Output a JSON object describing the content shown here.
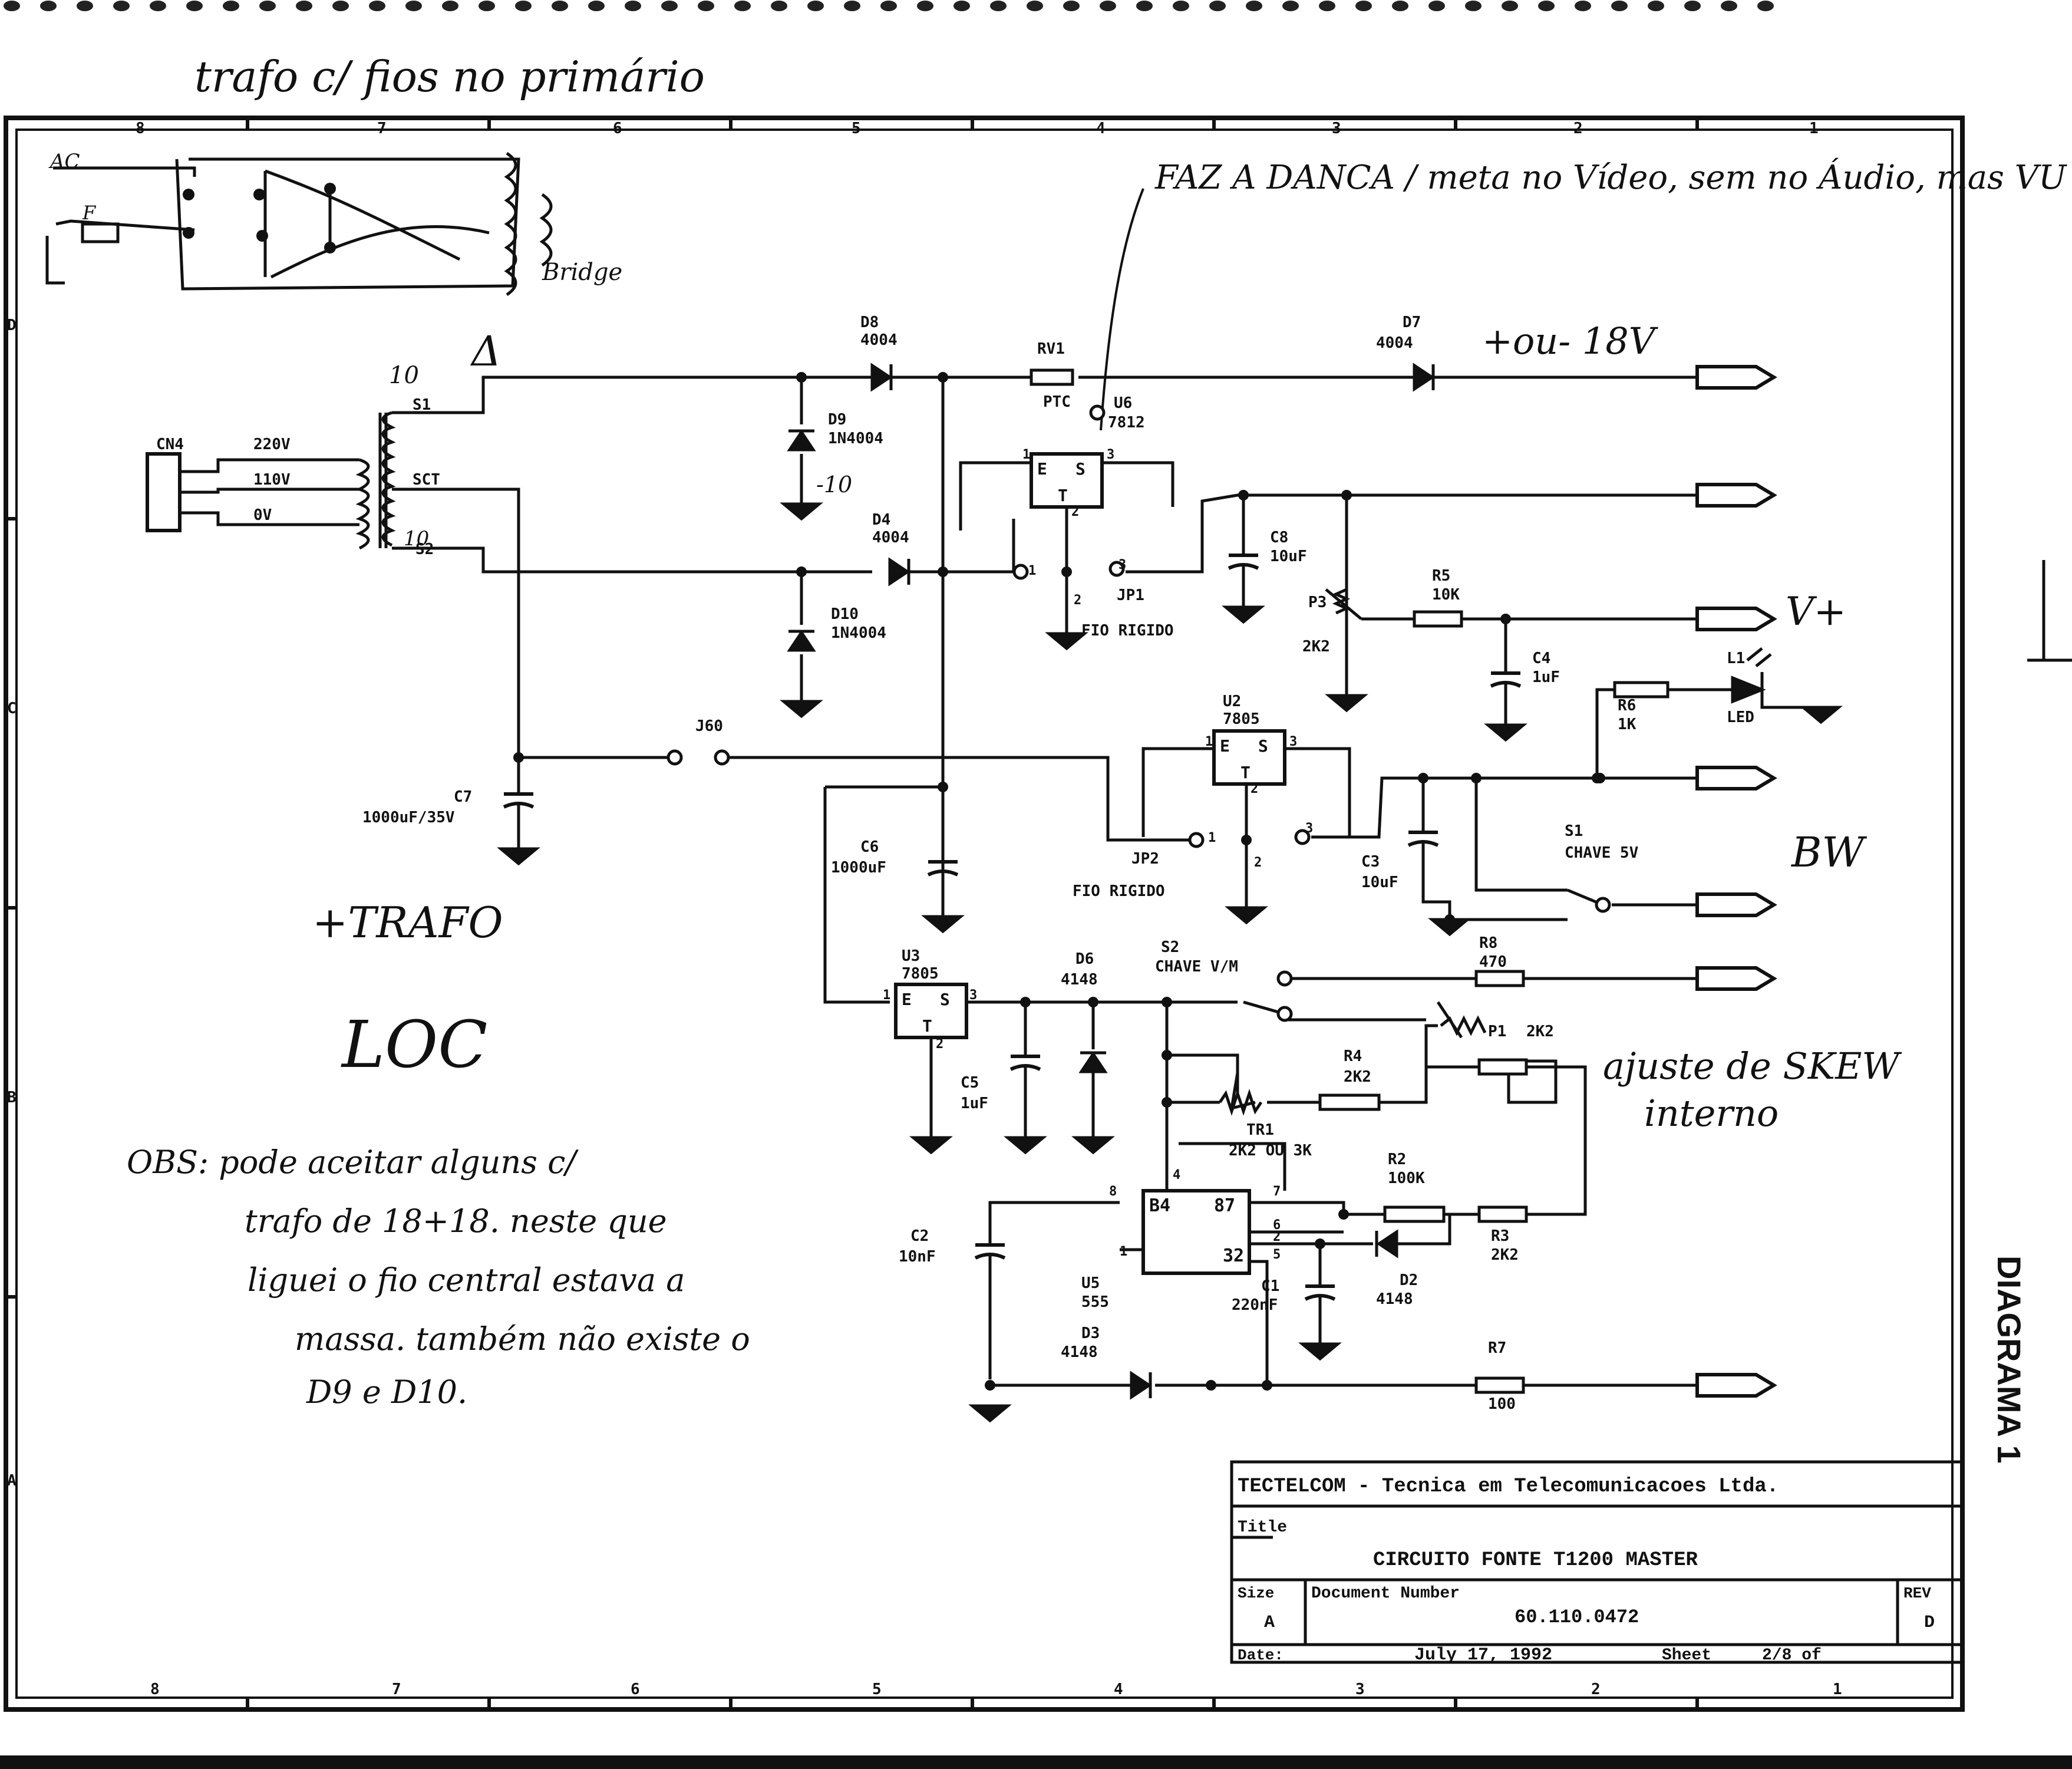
{
  "sheet": {
    "side_title": "DIAGRAMA 1",
    "border_top_numbers": [
      "8",
      "7",
      "6",
      "5",
      "4",
      "3",
      "2",
      "1"
    ],
    "border_bottom_numbers": [
      "8",
      "7",
      "6",
      "5",
      "4",
      "3",
      "2",
      "1"
    ],
    "border_left_letters": [
      "D",
      "C",
      "B",
      "A"
    ]
  },
  "annotations": {
    "top_note": "trafo c/ fios no primário",
    "fuse_note": "FAZ A DANCA / meta no Vídeo, sem no Áudio, mas VU normal. Como se fosse falta de filtro",
    "v18": "+ou- 18V",
    "vplus": "V+",
    "bw": "BW",
    "trafo": "+TRAFO",
    "loc": "LOC",
    "obs": [
      "OBS: pode aceitar alguns c/",
      "trafo de 18+18. neste que",
      "liguei o fio central estava a",
      "massa. também não existe o",
      "D9 e D10."
    ],
    "skew": [
      "ajuste de SKEW",
      "interno"
    ],
    "minus10": "-10",
    "t10": "10",
    "t10b": "10",
    "delta": "Δ",
    "ac": "AC",
    "fuse": "F",
    "bridge": "Bridge"
  },
  "components": {
    "cn": "CN4",
    "sec_220": "220V",
    "sec_110": "110V",
    "sec_0": "0V",
    "t_s1": "S1",
    "t_sct": "SCT",
    "t_s2": "S2",
    "d8": "D8",
    "d8v": "4004",
    "d9": "D9",
    "d9v": "1N4004",
    "d4": "D4",
    "d4v": "4004",
    "d10": "D10",
    "d10v": "1N4004",
    "rv": "RV1",
    "ptc": "PTC",
    "u6": "U6",
    "u6v": "7812",
    "d7": "D7",
    "d7v": "4004",
    "c8": "C8",
    "c8v": "10uF",
    "p3": "P3",
    "p3v": "2K2",
    "r5": "R5",
    "r5v": "10K",
    "c4": "C4",
    "c4v": "1uF",
    "r6": "R6",
    "r6v": "1K",
    "l1": "L1",
    "l1v": "LED",
    "jp1": "JP1",
    "jp1v": "FIO RIGIDO",
    "j60": "J60",
    "u2": "U2",
    "u2v": "7805",
    "c7": "C7",
    "c7v": "1000uF/35V",
    "c6": "C6",
    "c6v": "1000uF",
    "jp2": "JP2",
    "jp2v": "FIO RIGIDO",
    "c3": "C3",
    "c3v": "10uF",
    "s1": "S1",
    "s1v": "CHAVE 5V",
    "u3": "U3",
    "u3v": "7805",
    "d6": "D6",
    "d6v": "4148",
    "s2": "S2",
    "s2v": "CHAVE V/M",
    "r8": "R8",
    "r8v": "470",
    "p1": "P1",
    "p1v": "2K2",
    "c5": "C5",
    "c5v": "1uF",
    "r4": "R4",
    "r4v": "2K2",
    "tr1": "TR1",
    "tr1v": "2K2 OU 3K",
    "r2": "R2",
    "r2v": "100K",
    "c2": "C2",
    "c2v": "10nF",
    "u5": "U5",
    "u5v": "555",
    "c1": "C1",
    "c1v": "220nF",
    "d2": "D2",
    "d2v": "4148",
    "r3": "R3",
    "r3v": "2K2",
    "d3": "D3",
    "d3v": "4148",
    "r7": "R7",
    "r7v": "100",
    "reg_e": "E",
    "reg_s": "S",
    "reg_t": "T",
    "pin1": "1",
    "pin2": "2",
    "pin3": "3",
    "n4": "4",
    "n8": "8",
    "n7": "7",
    "n6": "6",
    "n2": "2",
    "n5": "5",
    "n1": "1"
  },
  "title_block": {
    "company": "TECTELCOM - Tecnica em Telecomunicacoes Ltda.",
    "title_label": "Title",
    "title": "CIRCUITO FONTE T1200 MASTER",
    "size_label": "Size",
    "size": "A",
    "docnum_label": "Document Number",
    "docnum": "60.110.0472",
    "rev_label": "REV",
    "rev": "D",
    "date_label": "Date:",
    "date": "July 17, 1992",
    "sheet_label": "Sheet",
    "sheet": "2/8 of"
  }
}
